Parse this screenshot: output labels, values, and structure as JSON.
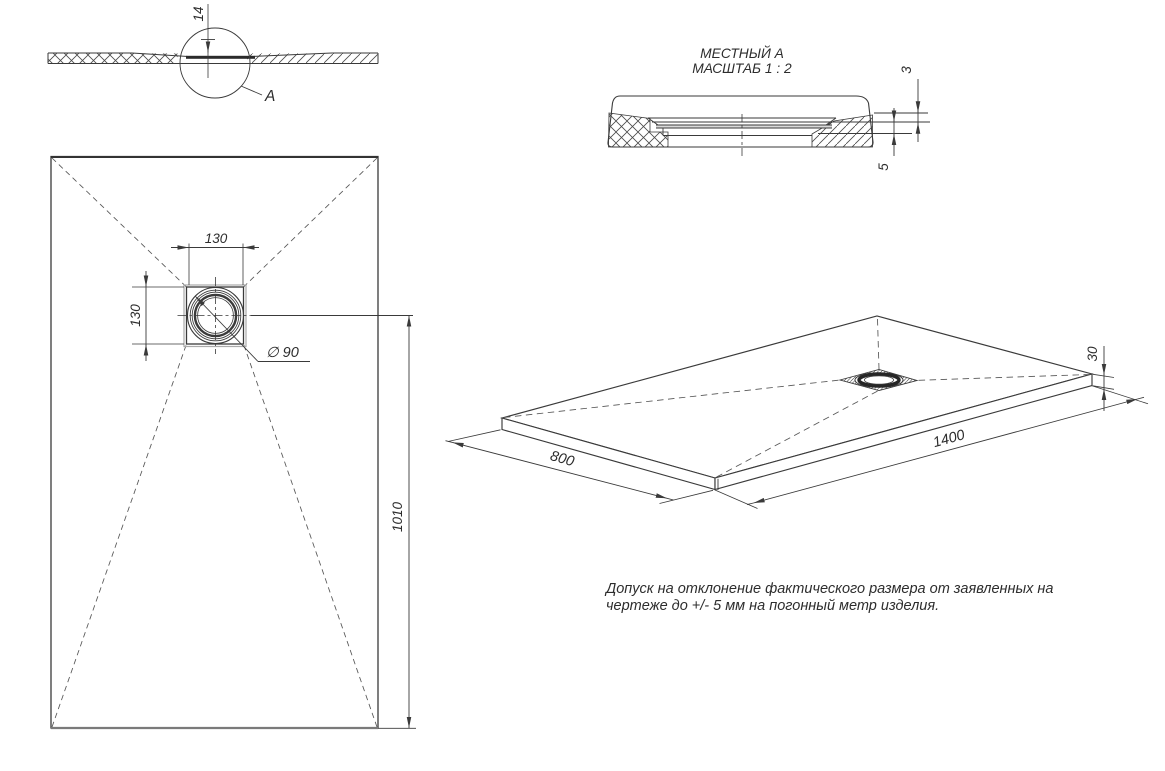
{
  "colors": {
    "line": "#3a3a3a",
    "text": "#2d2d2d",
    "shade_gray": "#ababab",
    "background": "#ffffff"
  },
  "section_view": {
    "dim_thickness": "14",
    "detail_label": "A"
  },
  "detail_view": {
    "title_line1": "МЕСТНЫЙ А",
    "title_line2": "МАСШТАБ 1 : 2",
    "dim_lip": "3",
    "dim_recess": "5"
  },
  "plan_view": {
    "dim_drain_box_width": "130",
    "dim_drain_box_height": "130",
    "dim_drain_diameter": "∅ 90",
    "dim_center_to_edge": "1010"
  },
  "isometric_view": {
    "dim_width": "800",
    "dim_length": "1400",
    "dim_thickness": "30"
  },
  "note": {
    "line1": "Допуск на отклонение фактического размера от заявленных на",
    "line2": "чертеже до +/- 5 мм на погонный метр изделия."
  }
}
